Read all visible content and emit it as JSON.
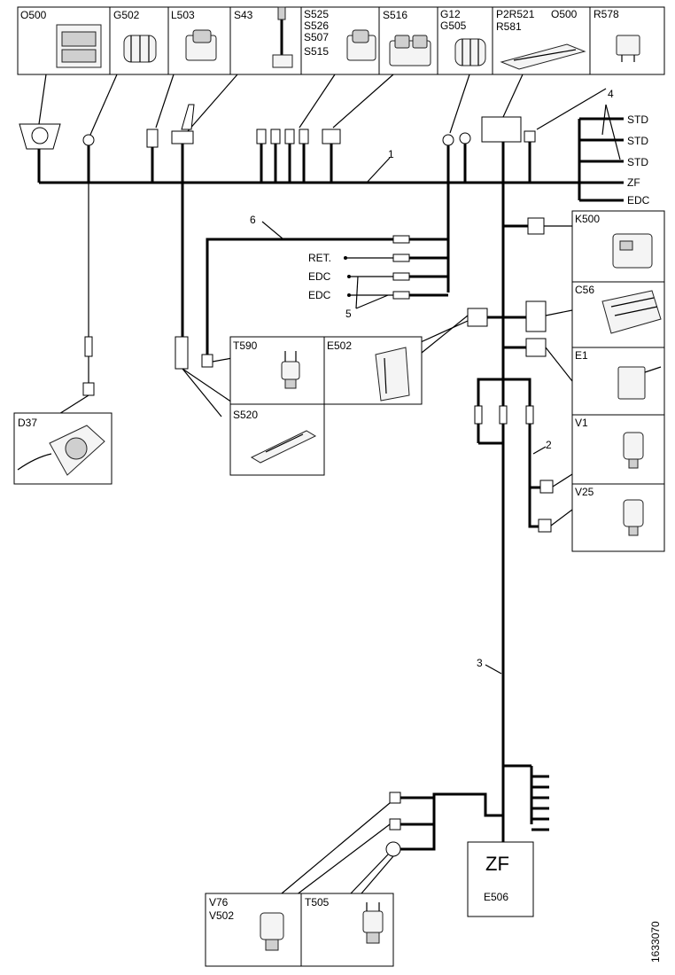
{
  "diagram": {
    "top_boxes": {
      "o500": "O500",
      "g502": "G502",
      "l503": "L503",
      "s43": "S43",
      "s525": "S525",
      "s526": "S526",
      "s507": "S507",
      "s515": "S515",
      "s516": "S516",
      "g12": "G12",
      "g505": "G505",
      "p2r521": "P2R521",
      "o500b": "O500",
      "r581": "R581",
      "r578": "R578"
    },
    "variants": {
      "std1": "STD",
      "std2": "STD",
      "std3": "STD",
      "zf": "ZF",
      "edc": "EDC"
    },
    "side_labels": {
      "ret": "RET.",
      "edc1": "EDC",
      "edc2": "EDC"
    },
    "wire_numbers": {
      "n1": "1",
      "n2": "2",
      "n3": "3",
      "n4": "4",
      "n5": "5",
      "n6": "6"
    },
    "components": {
      "k500": "K500",
      "c56": "C56",
      "e1": "E1",
      "v1": "V1",
      "v25": "V25",
      "t590": "T590",
      "e502": "E502",
      "s520": "S520",
      "d37": "D37",
      "v76": "V76",
      "v502": "V502",
      "t505": "T505",
      "zf_title": "ZF",
      "e506": "E506"
    },
    "doc_number": "1633070"
  }
}
